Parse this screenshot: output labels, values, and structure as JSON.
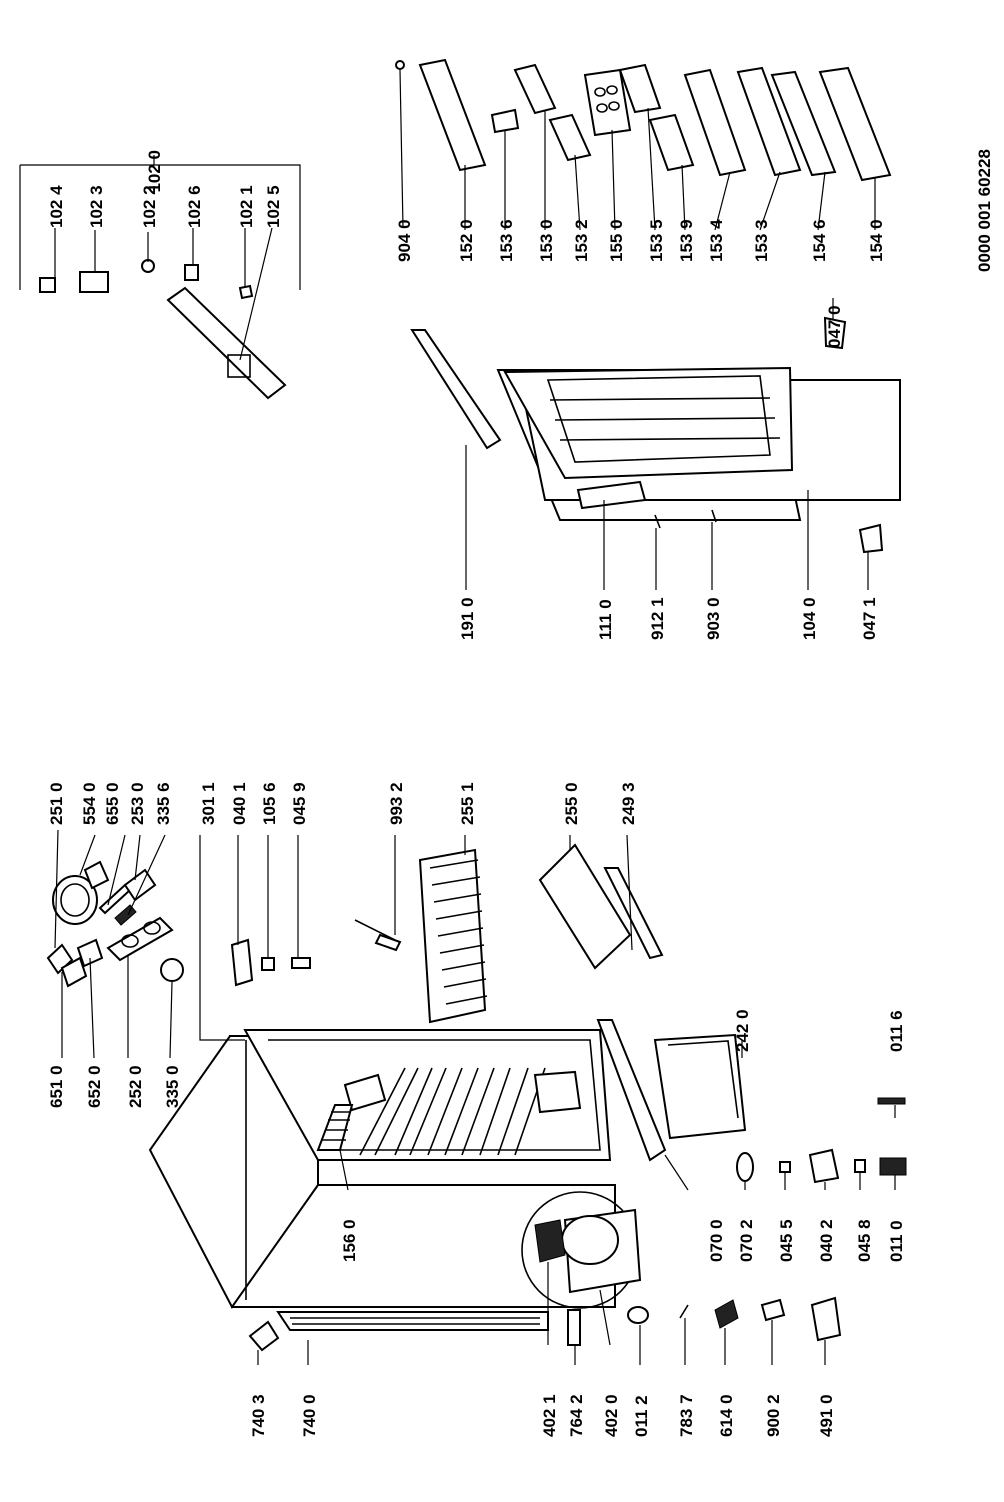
{
  "document_code": "0000 001 60228",
  "labels": {
    "c251_0": "251 0",
    "c554_0": "554 0",
    "c655_0": "655 0",
    "c253_0": "253 0",
    "c335_6": "335 6",
    "c301_1": "301 1",
    "c040_1": "040 1",
    "c105_6": "105 6",
    "c045_9": "045 9",
    "c993_2": "993 2",
    "c255_1": "255 1",
    "c255_0": "255 0",
    "c249_3": "249 3",
    "c651_0": "651 0",
    "c652_0": "652 0",
    "c252_0": "252 0",
    "c335_0": "335 0",
    "c156_0": "156 0",
    "c242_0": "242 0",
    "c070_0": "070 0",
    "c070_2": "070 2",
    "c045_5": "045 5",
    "c040_2": "040 2",
    "c045_8": "045 8",
    "c011_0": "011 0",
    "c011_6": "011 6",
    "c740_3": "740 3",
    "c740_0": "740 0",
    "c402_1": "402 1",
    "c764_2": "764 2",
    "c402_0": "402 0",
    "c011_2": "011 2",
    "c783_7": "783 7",
    "c614_0": "614 0",
    "c900_2": "900 2",
    "c491_0": "491 0",
    "c102_0": "102 0",
    "c102_4": "102 4",
    "c102_3": "102 3",
    "c102_2": "102 2",
    "c102_6": "102 6",
    "c102_1": "102 1",
    "c102_5": "102 5",
    "c904_0": "904 0",
    "c152_0": "152 0",
    "c153_6": "153 6",
    "c153_0": "153 0",
    "c153_2": "153 2",
    "c155_0": "155 0",
    "c153_5": "153 5",
    "c153_9": "153 9",
    "c153_4": "153 4",
    "c153_3": "153 3",
    "c154_6": "154 6",
    "c154_0": "154 0",
    "c047_0": "047 0",
    "c191_0": "191 0",
    "c111_0": "111 0",
    "c912_1": "912 1",
    "c903_0": "903 0",
    "c104_0": "104 0",
    "c047_1": "047 1"
  }
}
